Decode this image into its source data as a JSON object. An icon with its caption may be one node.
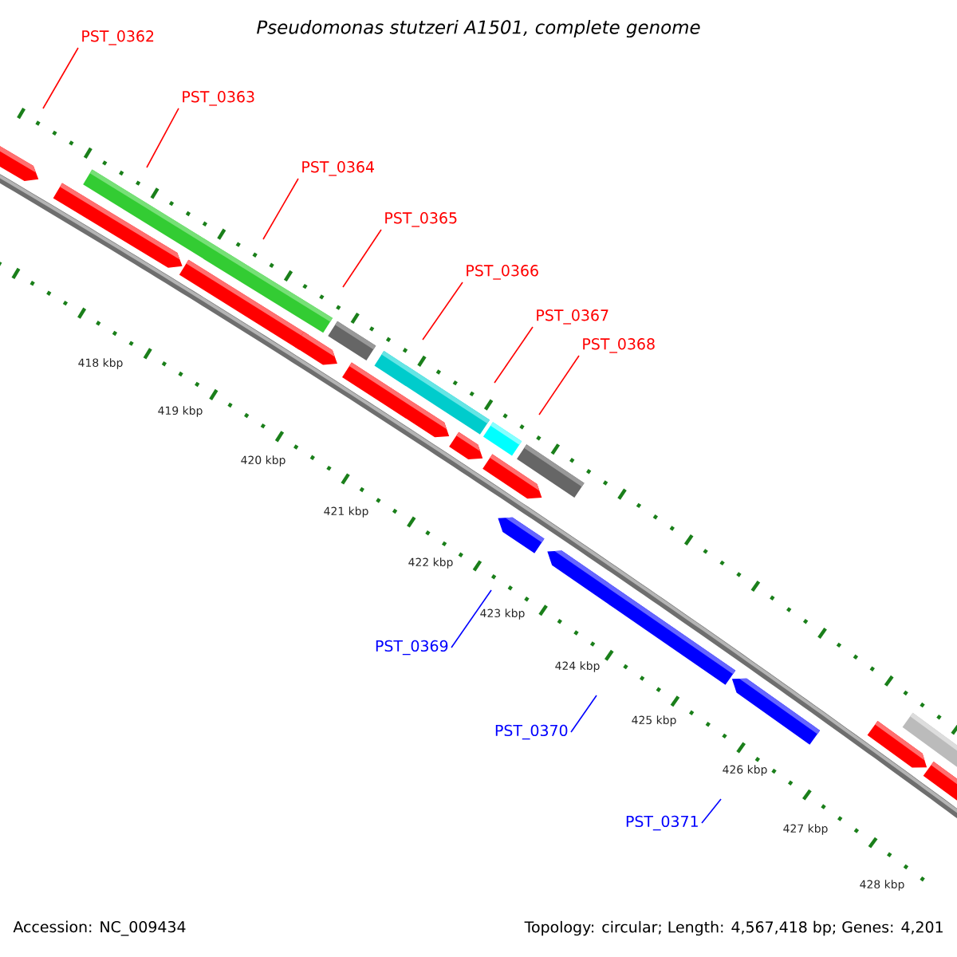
{
  "diagram": {
    "title": "Pseudomonas stutzeri A1501, complete genome",
    "nodes": [
      {
        "text": [
          "PST_0362"
        ]
      },
      {
        "text": [
          "PST_0363"
        ]
      },
      {
        "text": [
          "PST_0364"
        ]
      },
      {
        "text": [
          "PST_0365"
        ]
      },
      {
        "text": [
          "PST_0366"
        ]
      },
      {
        "text": [
          "PST_0367"
        ]
      },
      {
        "text": [
          "PST_0368"
        ]
      },
      {
        "text": [
          "PST_0369"
        ]
      },
      {
        "text": [
          "PST_0370"
        ]
      },
      {
        "text": [
          "PST_0371"
        ]
      }
    ],
    "edges": [
      {
        "from": 0,
        "to": null,
        "arrow": "none"
      },
      {
        "from": 1,
        "to": null,
        "arrow": "none"
      },
      {
        "from": 2,
        "to": null,
        "arrow": "none"
      },
      {
        "from": 3,
        "to": null,
        "arrow": "none"
      },
      {
        "from": 4,
        "to": null,
        "arrow": "none"
      },
      {
        "from": 5,
        "to": null,
        "arrow": "none"
      },
      {
        "from": 6,
        "to": null,
        "arrow": "none"
      },
      {
        "from": 7,
        "to": null,
        "arrow": "none",
        "color": "#0000ff"
      },
      {
        "from": 8,
        "to": null,
        "arrow": "none",
        "color": "#0000ff"
      },
      {
        "from": 9,
        "to": null,
        "arrow": "none",
        "color": "#0000ff"
      }
    ],
    "labels": [
      "418 kbp",
      "419 kbp",
      "420 kbp",
      "421 kbp",
      "422 kbp",
      "423 kbp",
      "424 kbp",
      "425 kbp",
      "426 kbp",
      "427 kbp",
      "428 kbp",
      "Accession: NC_009434",
      "Topology: circular; Length: 4,567,418 bp; Genes: 4,201"
    ]
  }
}
